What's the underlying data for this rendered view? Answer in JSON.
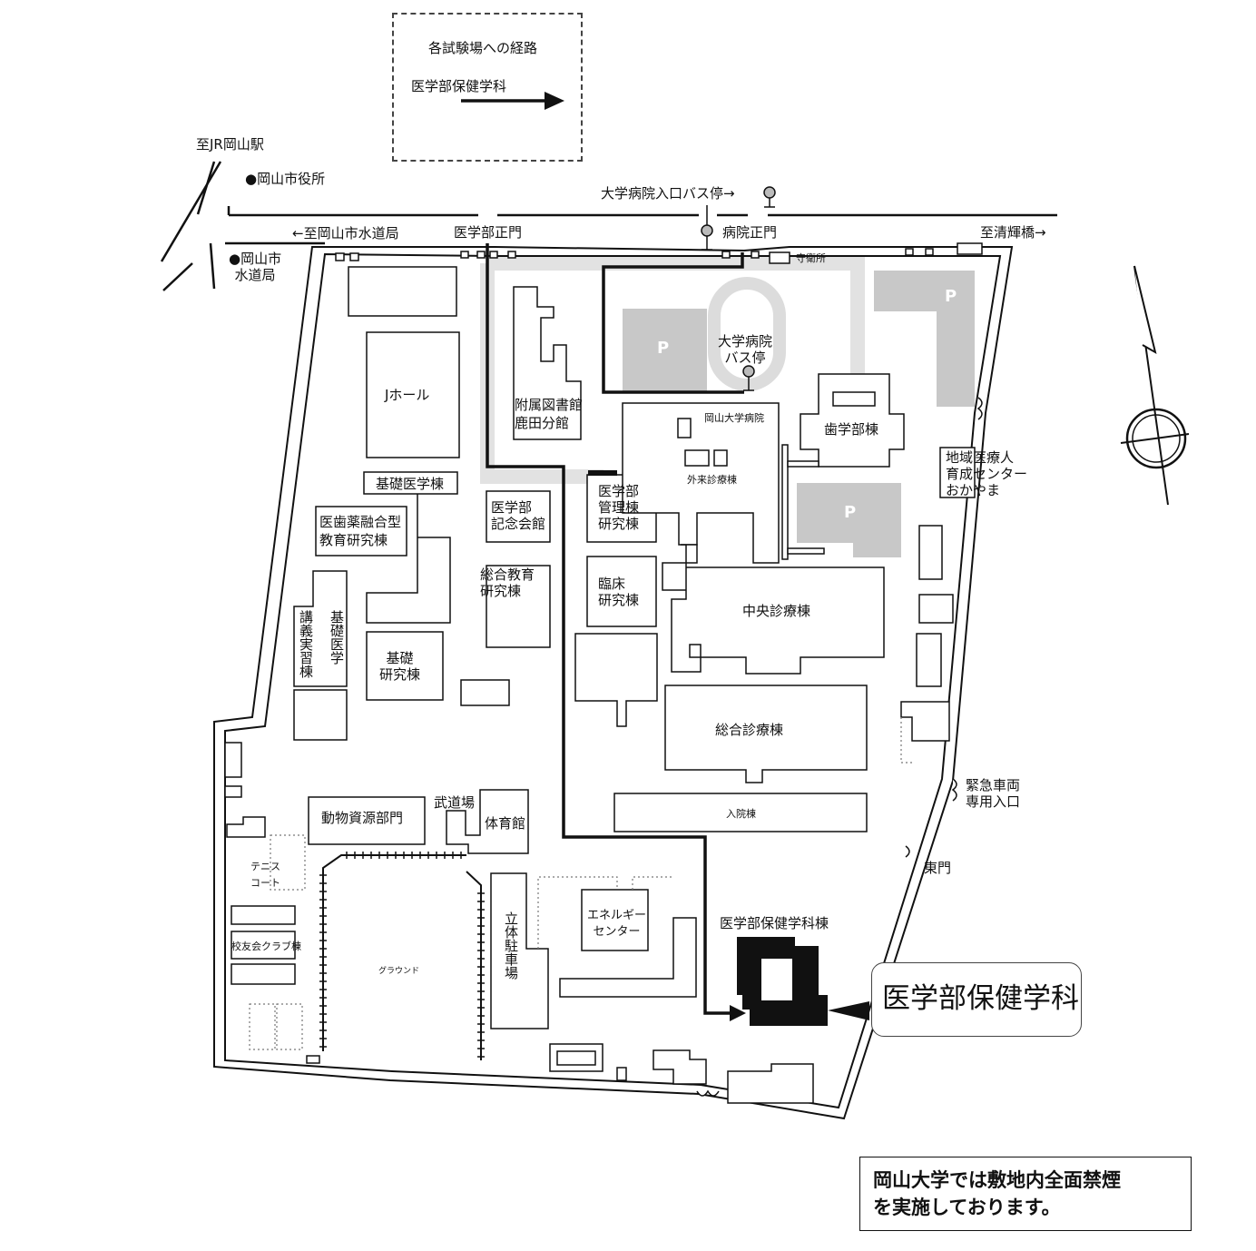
{
  "legend": {
    "title": "各試験場への経路",
    "route_label": "医学部保健学科"
  },
  "roads": {
    "to_jr_okayama": "至JR岡山駅",
    "city_hall": "●岡山市役所",
    "water_bureau_dir": "←至岡山市水道局",
    "water_bureau": "●岡山市\n水道局",
    "to_seiki_bridge": "至清輝橋→",
    "hospital_bus_entrance": "大学病院入口バス停→"
  },
  "gates": {
    "medical_main": "医学部正門",
    "hospital_main": "病院正門",
    "guard": "守衛所",
    "east_gate": "東門",
    "emergency": "緊急車両\n専用入口"
  },
  "buildings": {
    "j_hall": "Jホール",
    "basic_medicine": "基礎医学棟",
    "dental_pharma_line1": "医歯薬融合型",
    "dental_pharma_line2": "教育研究棟",
    "basic_lecture": "基礎医学",
    "lecture_practice": "講義実習棟",
    "basic_research": "基礎\n研究棟",
    "library_line1": "附属図書館",
    "library_line2": "鹿田分館",
    "memorial_hall": "医学部\n記念会館",
    "general_edu": "総合教育\n研究棟",
    "med_admin": "医学部\n管理棟\n研究棟",
    "clinical_research": "臨床\n研究棟",
    "hospital_bus_stop": "大学病院\nバス停",
    "okayama_hospital": "岡山大学病院",
    "outpatient": "外来診療棟",
    "dental": "歯学部棟",
    "regional_center": "地域医療人\n育成センター\nおかやま",
    "central_clinic": "中央診療棟",
    "general_clinic": "総合診療棟",
    "inpatient": "入院棟",
    "animal": "動物資源部門",
    "budojo": "武道場",
    "gym": "体育館",
    "tennis": "テニス\nコート",
    "alumni": "校友会クラブ棟",
    "ground": "グラウンド",
    "parking_structure": "立体駐車場",
    "energy": "エネルギー\nセンター",
    "health_sci_building": "医学部保健学科棟"
  },
  "parking_mark": "P",
  "callout": "医学部保健学科",
  "notice": {
    "line1": "岡山大学では敷地内全面禁煙",
    "line2": "を実施しております。"
  },
  "colors": {
    "ink": "#111111",
    "parking_gray": "#c8c8c8",
    "road_light": "#e4e4e4",
    "target_building": "#111111"
  }
}
